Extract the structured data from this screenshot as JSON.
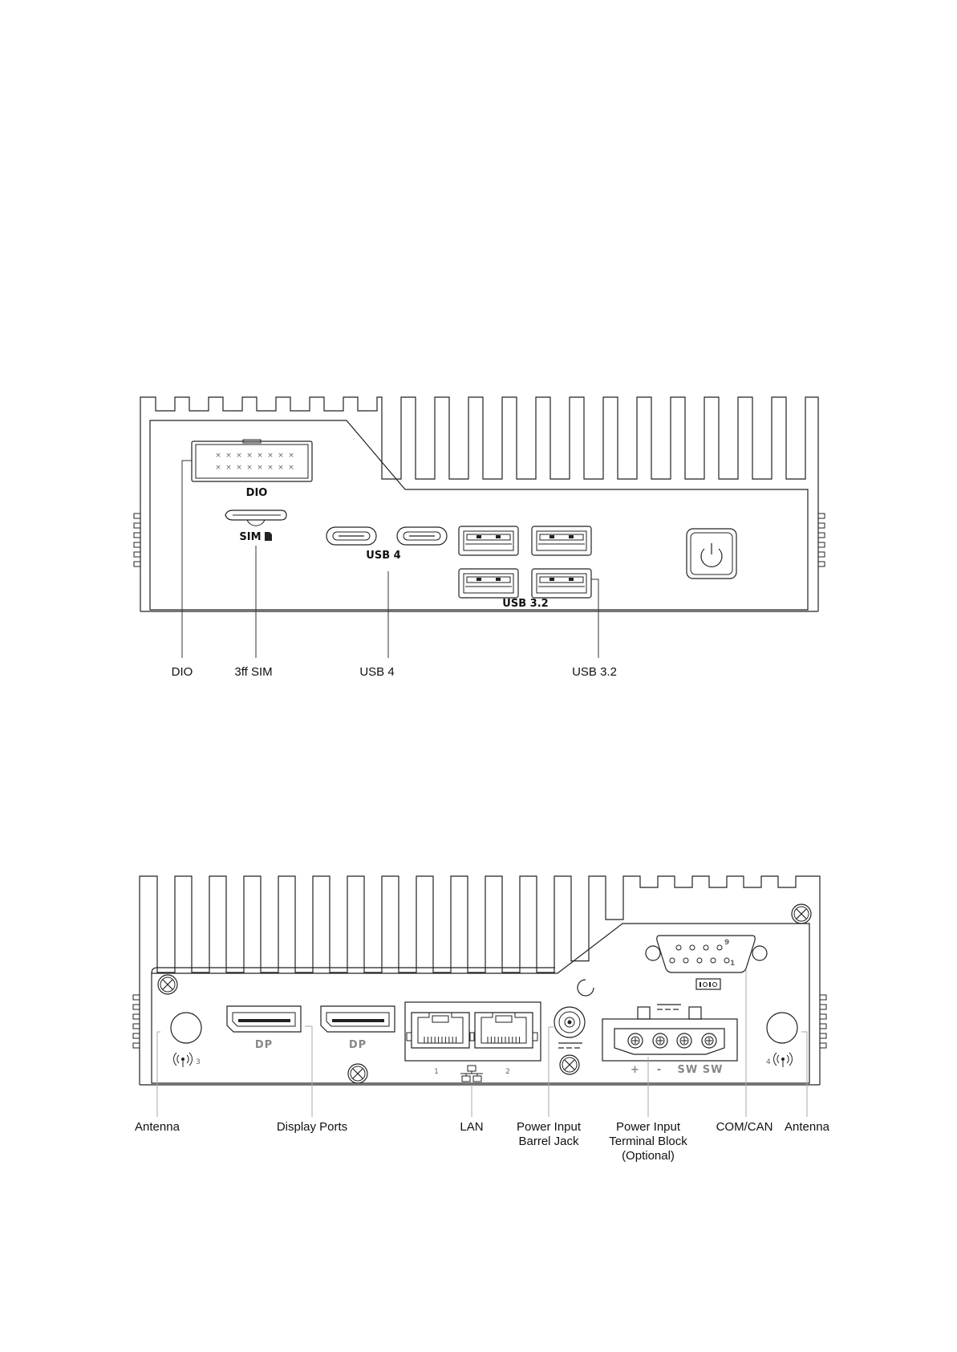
{
  "front_panel": {
    "labels": {
      "dio": "DIO",
      "sim": "SIM",
      "usb4": "USB 4",
      "usb32": "USB 3.2"
    },
    "callouts": {
      "dio": "DIO",
      "sim": "3ff SIM",
      "usb4": "USB 4",
      "usb32": "USB 3.2"
    }
  },
  "rear_panel": {
    "labels": {
      "dp1": "DP",
      "dp2": "DP",
      "lan1": "1",
      "lan2": "2",
      "ant_left": "3",
      "ant_right": "4",
      "com_pin9": "9",
      "com_pin1": "1",
      "tb_plus": "+",
      "tb_minus": "-",
      "tb_sw": "SW SW"
    },
    "callouts": {
      "antenna_left": "Antenna",
      "display_ports": "Display Ports",
      "lan": "LAN",
      "barrel_1": "Power Input",
      "barrel_2": "Barrel Jack",
      "terminal_1": "Power Input",
      "terminal_2": "Terminal Block",
      "terminal_3": "(Optional)",
      "com_can": "COM/CAN",
      "antenna_right": "Antenna"
    }
  }
}
